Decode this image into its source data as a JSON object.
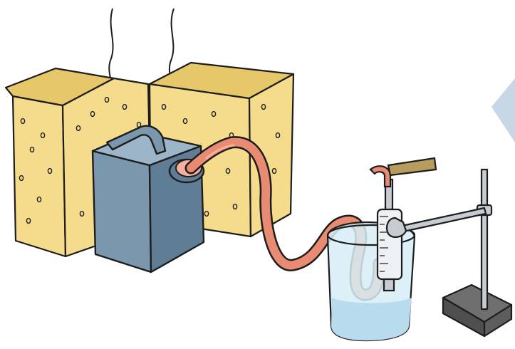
{
  "colors": {
    "background": "#ffffff",
    "foam": "#f4dc8c",
    "foam_shadow": "#e6c86a",
    "canister": "#7a97ae",
    "canister_dark": "#5f7e96",
    "canister_light": "#9db5c8",
    "tubing": "#e98b73",
    "tubing_light": "#f5b09e",
    "clamp": "#b89c5d",
    "glass": "#d7edf6",
    "water": "#b8dcee",
    "stand_metal": "#c6ccd2",
    "stand_base": "#6f6f6f",
    "corner_shape": "#c7d7e6",
    "outline": "#1d1d1d"
  },
  "objects": {
    "heat_lines": "rising-heat-wavy-lines",
    "foam_blocks": "insulating-foam-blocks",
    "canister": "gas-canister-with-stopper",
    "tubing": "rubber-tubing",
    "syringe": "syringe-in-water-bath",
    "clamp": "pinch-clamp",
    "stand": "retort-stand-with-clamp"
  }
}
